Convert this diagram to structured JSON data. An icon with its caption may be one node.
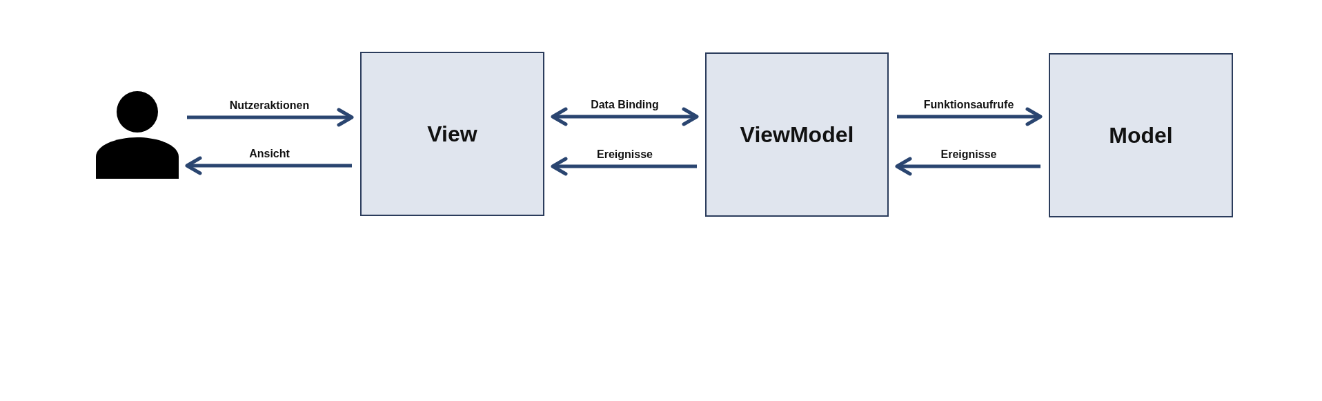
{
  "diagram": {
    "nodes": [
      {
        "text": [],
        "shape": "person"
      },
      {
        "text": [
          "View"
        ]
      },
      {
        "text": [
          "ViewModel"
        ]
      },
      {
        "text": [
          "Model"
        ]
      }
    ],
    "edges": [
      {
        "from": 0,
        "to": 1,
        "arrow": "to",
        "label": "Nutzeraktionen"
      },
      {
        "from": 1,
        "to": 0,
        "arrow": "to",
        "label": "Ansicht"
      },
      {
        "from": 1,
        "to": 2,
        "arrow": "both",
        "label": "Data Binding"
      },
      {
        "from": 2,
        "to": 1,
        "arrow": "to",
        "label": "Ereignisse"
      },
      {
        "from": 2,
        "to": 3,
        "arrow": "to",
        "label": "Funktionsaufrufe"
      },
      {
        "from": 3,
        "to": 2,
        "arrow": "to",
        "label": "Ereignisse"
      }
    ]
  }
}
